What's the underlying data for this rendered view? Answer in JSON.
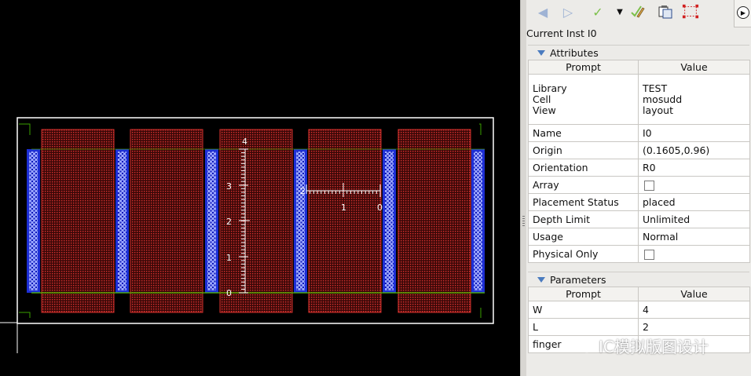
{
  "layout_view": {
    "ruler_vertical": {
      "ticks": [
        "4",
        "3",
        "2",
        "1",
        "0"
      ]
    },
    "ruler_horizontal": {
      "ticks": [
        "2",
        "1",
        "0"
      ]
    },
    "colors": {
      "background": "#000000",
      "metal_fill": "#d8322e",
      "poly_fill": "#1d2fd6",
      "boundary": "#ffffff",
      "ruler": "#ffffff",
      "guide": "#58c400"
    }
  },
  "toolbar": {
    "back_icon": "back-arrow-icon",
    "forward_icon": "forward-arrow-icon",
    "apply_icon": "checkmark-icon",
    "dropdown_icon": "chevron-down-icon",
    "edit_icon": "edit-check-icon",
    "copy_icon": "copy-icon",
    "select_icon": "select-area-icon"
  },
  "current_inst": "Current Inst I0",
  "attributes": {
    "title": "Attributes",
    "col_prompt": "Prompt",
    "col_value": "Value",
    "lib_prompts": [
      "Library",
      "Cell",
      "View"
    ],
    "lib_values": [
      "TEST",
      "mosudd",
      "layout"
    ],
    "rows": [
      {
        "prompt": "Name",
        "value": "I0"
      },
      {
        "prompt": "Origin",
        "value": "(0.1605,0.96)"
      },
      {
        "prompt": "Orientation",
        "value": "R0"
      },
      {
        "prompt": "Array",
        "value": ""
      },
      {
        "prompt": "Placement Status",
        "value": "placed"
      },
      {
        "prompt": "Depth Limit",
        "value": "Unlimited"
      },
      {
        "prompt": "Usage",
        "value": "Normal"
      },
      {
        "prompt": "Physical Only",
        "value": ""
      }
    ]
  },
  "parameters": {
    "title": "Parameters",
    "col_prompt": "Prompt",
    "col_value": "Value",
    "rows": [
      {
        "prompt": "W",
        "value": "4"
      },
      {
        "prompt": "L",
        "value": "2"
      },
      {
        "prompt": "finger",
        "value": ""
      }
    ]
  },
  "watermark": "IC模拟版图设计"
}
